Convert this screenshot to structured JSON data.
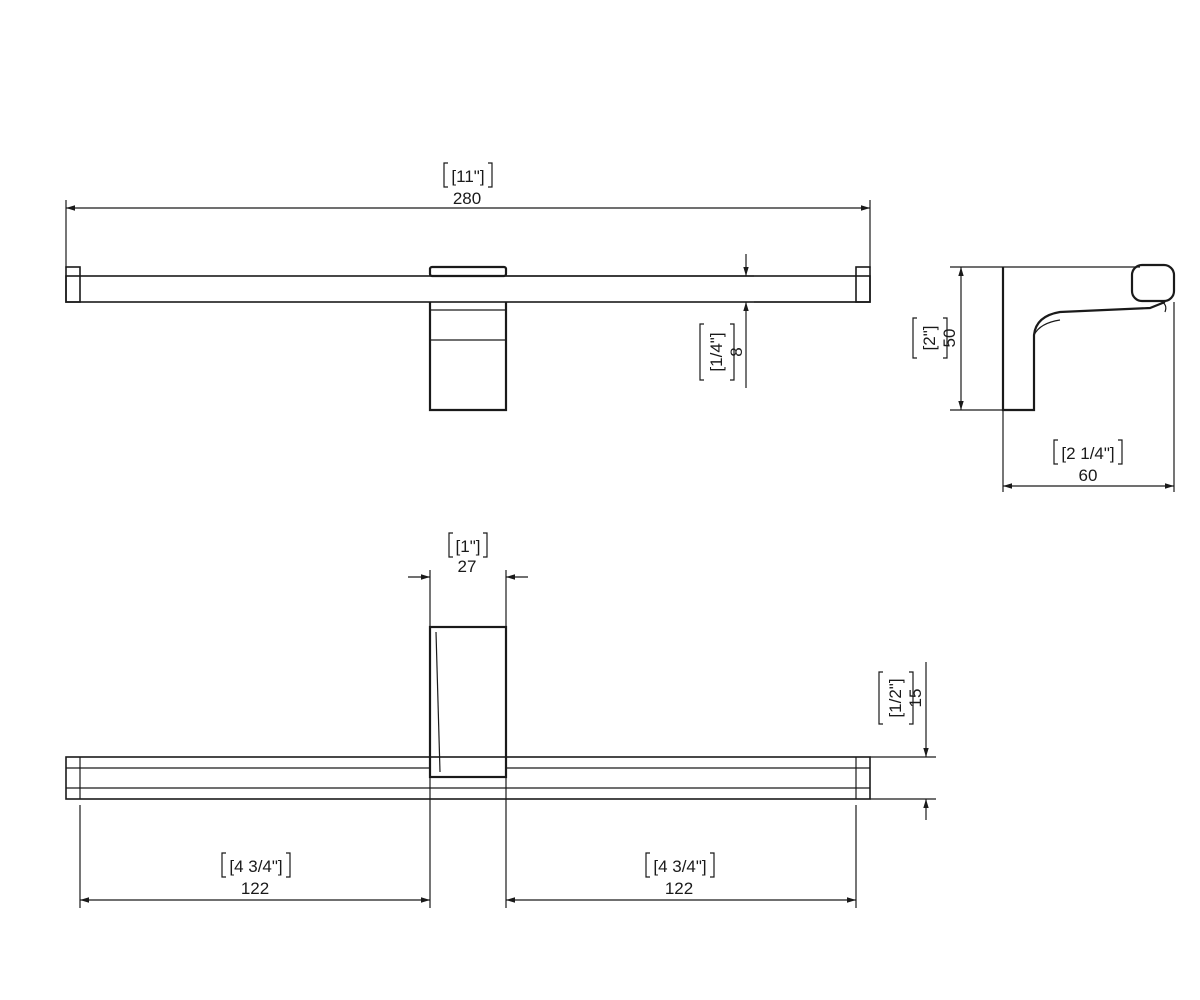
{
  "drawing": {
    "front_view": {
      "overall_width": {
        "inch": "[11\"]",
        "mm": "280"
      },
      "thickness": {
        "inch": "[1/4\"]",
        "mm": "8"
      }
    },
    "side_view": {
      "height": {
        "inch": "[2\"]",
        "mm": "50"
      },
      "depth": {
        "inch": "[2 1/4\"]",
        "mm": "60"
      }
    },
    "top_view": {
      "mount_width": {
        "inch": "[1\"]",
        "mm": "27"
      },
      "bar_depth": {
        "inch": "[1/2\"]",
        "mm": "15"
      },
      "left_span": {
        "inch": "[4 3/4\"]",
        "mm": "122"
      },
      "right_span": {
        "inch": "[4 3/4\"]",
        "mm": "122"
      }
    }
  }
}
